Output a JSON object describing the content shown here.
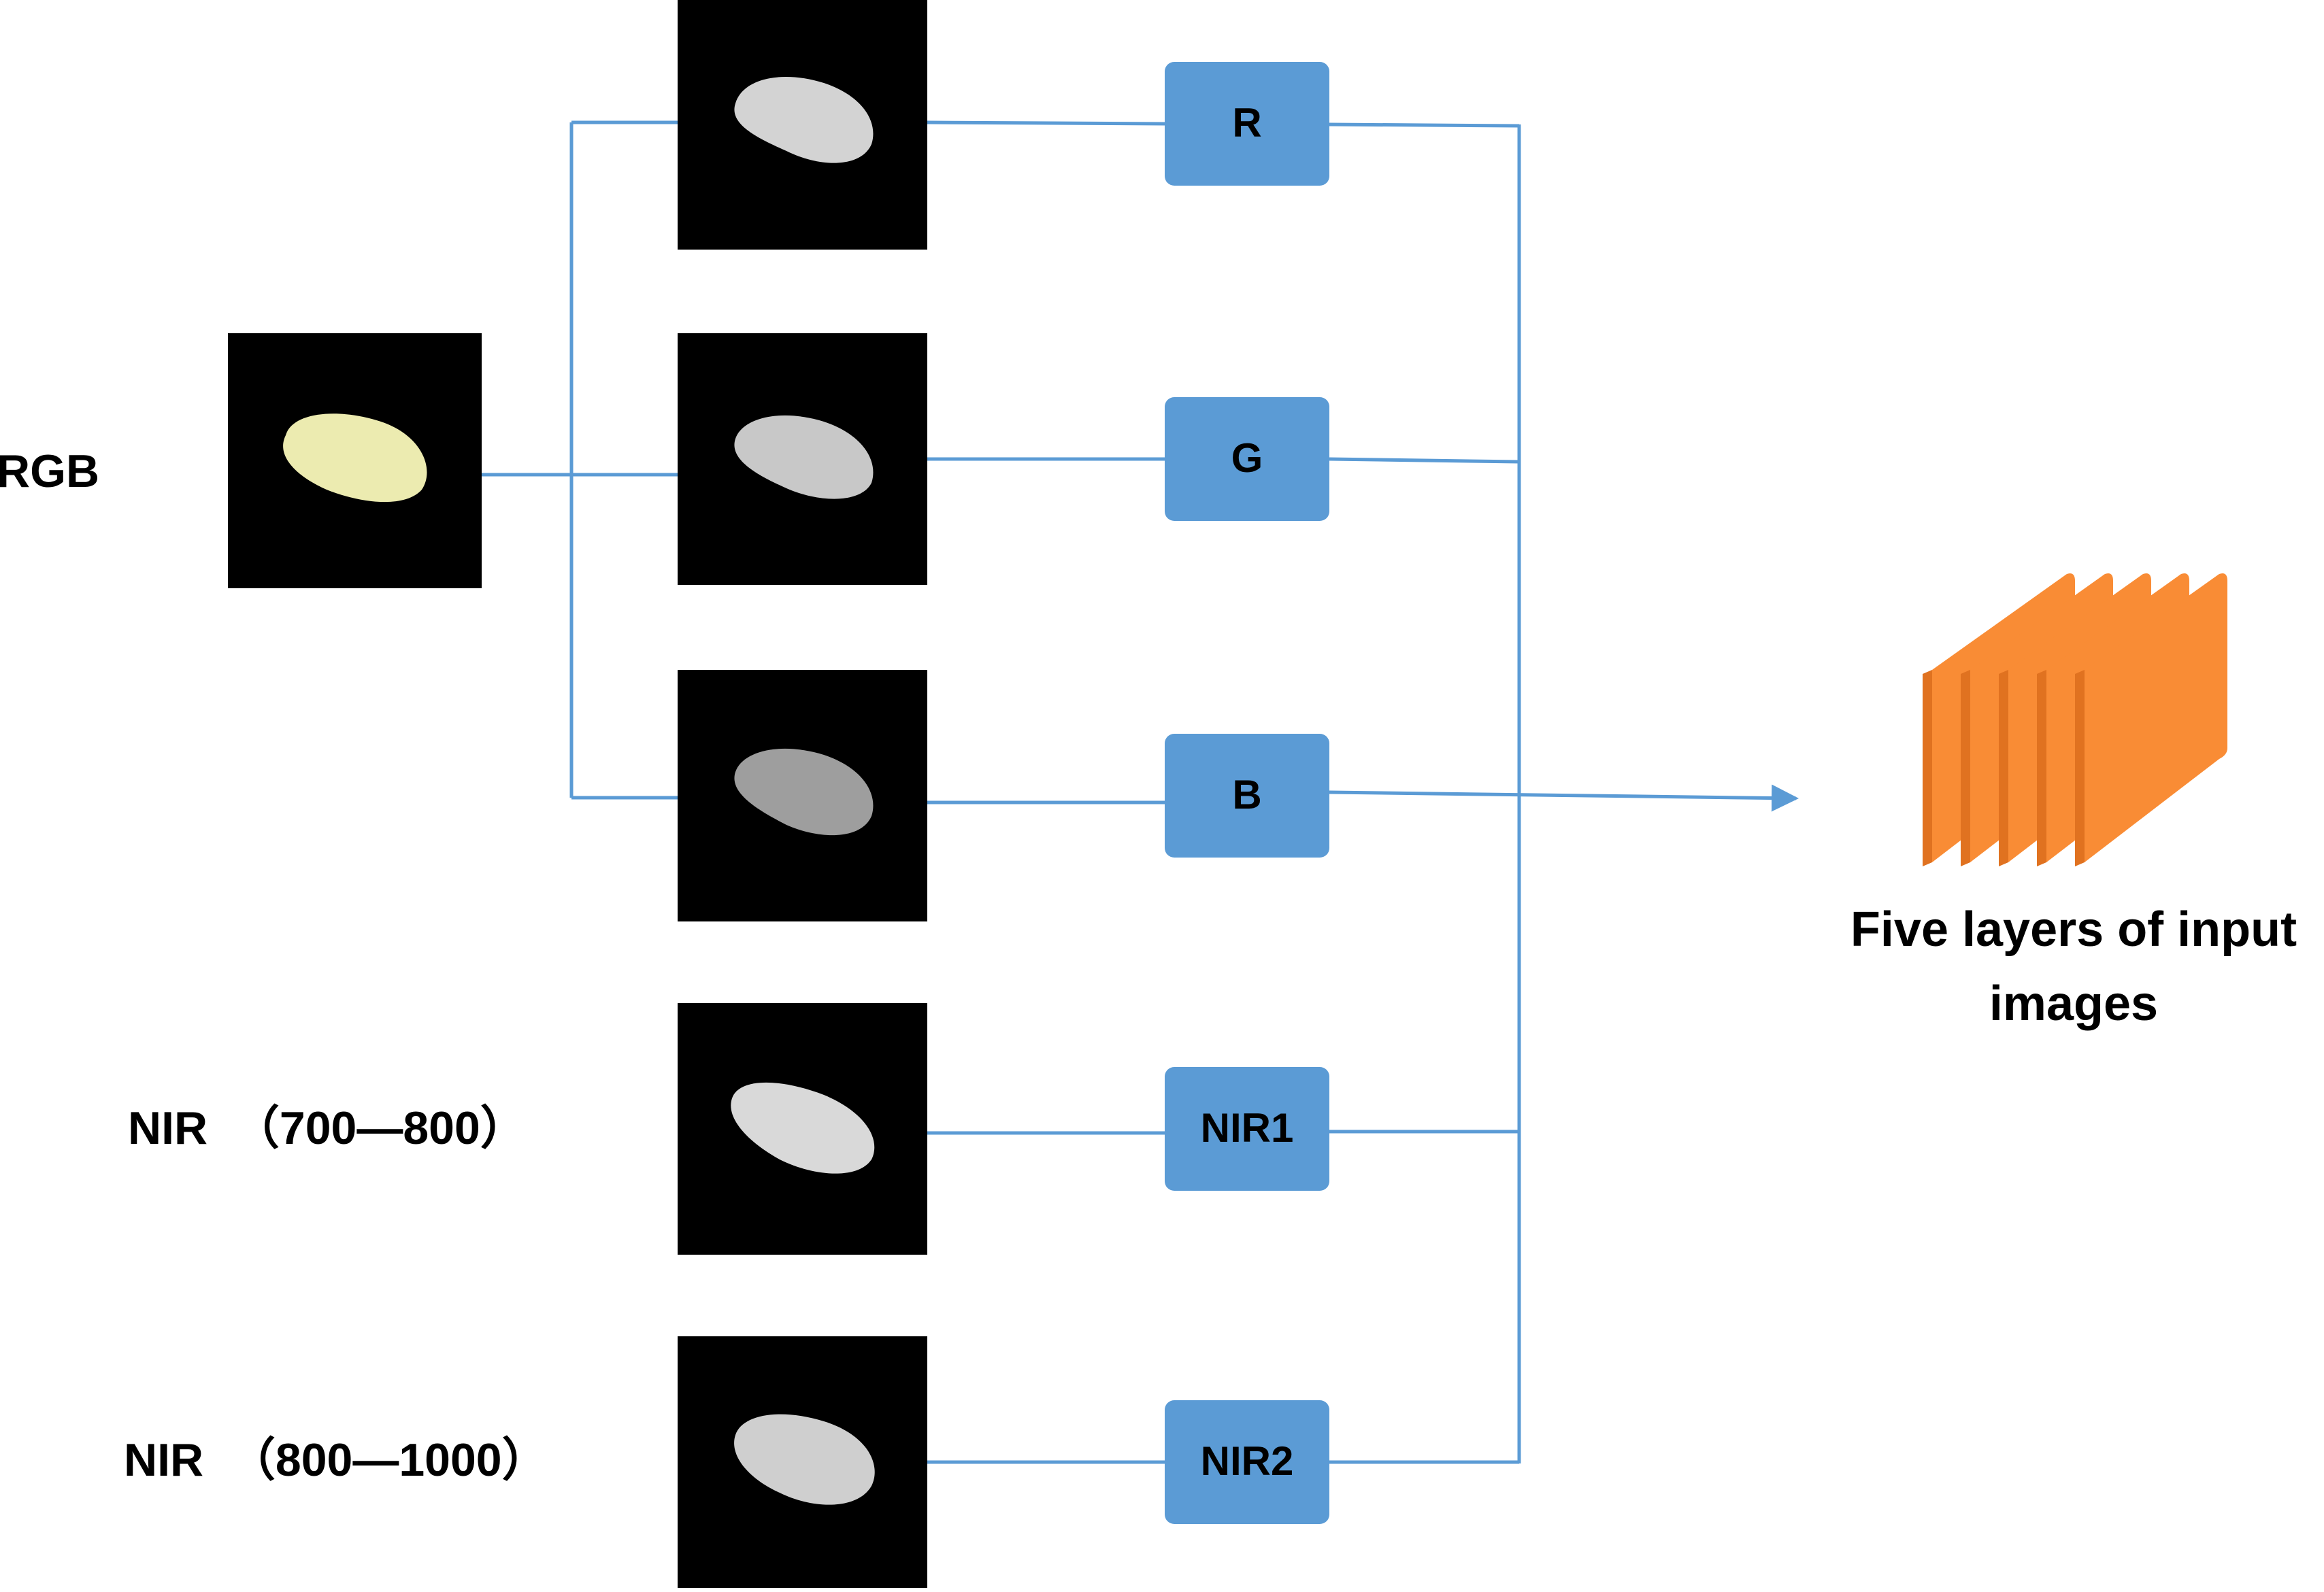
{
  "colors": {
    "connector": "#5b9bd5",
    "channel_box_fill": "#5b9bd5",
    "thumbnail_background": "#000000",
    "rgb_grain": "#ecebb0",
    "layer_fill": "#f98c35",
    "layer_edge": "#e07220",
    "text": "#000000",
    "background": "#ffffff"
  },
  "source_labels": {
    "rgb": "RGB",
    "nir1": "NIR  （700—800）",
    "nir2": "NIR  （800—1000）"
  },
  "channels": [
    {
      "id": "r",
      "label": "R",
      "grain_color": "#d3d3d3"
    },
    {
      "id": "g",
      "label": "G",
      "grain_color": "#c8c8c8"
    },
    {
      "id": "b",
      "label": "B",
      "grain_color": "#9e9e9e"
    },
    {
      "id": "nir1",
      "label": "NIR1",
      "grain_color": "#d9d9d9"
    },
    {
      "id": "nir2",
      "label": "NIR2",
      "grain_color": "#cfcfcf"
    }
  ],
  "output": {
    "caption_line1": "Five layers of input",
    "caption_line2": "images",
    "layer_count": 5
  }
}
